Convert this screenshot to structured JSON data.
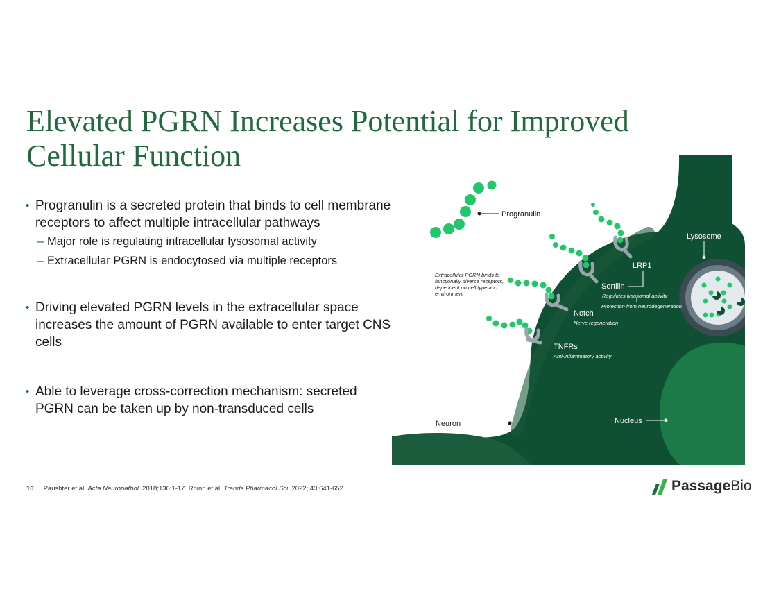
{
  "slide": {
    "title": "Elevated PGRN Increases Potential for Improved Cellular Function",
    "page_number": "10"
  },
  "bullets": [
    {
      "text": "Progranulin is a secreted protein that binds to cell membrane receptors to affect multiple intracellular pathways",
      "subs": [
        "Major role is regulating intracellular lysosomal activity",
        "Extracellular PGRN is endocytosed via multiple receptors"
      ]
    },
    {
      "text": "Driving elevated PGRN levels in the extracellular space increases the amount of PGRN available to enter target CNS cells"
    },
    {
      "text": "Able to leverage cross-correction mechanism: secreted PGRN can be taken up by non-transduced cells"
    }
  ],
  "diagram": {
    "progranulin": "Progranulin",
    "extracellular_note": [
      "Extracellular PGRN binds to",
      "functionally diverse receptors,",
      "dependent on cell type and",
      "environment"
    ],
    "lysosome": "Lysosome",
    "lrp1": "LRP1",
    "sortilin": "Sortilin",
    "sortilin_note_1": "Regulates lysosomal activity",
    "sortilin_note_2": "Protection from neurodegeneration",
    "notch": "Notch",
    "notch_note": "Nerve regeneration",
    "tnfrs": "TNFRs",
    "tnfrs_note": "Anti-inflammatory activity",
    "neuron": "Neuron",
    "nucleus": "Nucleus",
    "colors": {
      "dark_green": "#0f4f33",
      "membrane": "#1a5c3b",
      "mid_green": "#1b7a45",
      "bead": "#23c76b",
      "receptor": "#9aa6ae"
    }
  },
  "footer": {
    "r1_authors": "Paushter et al. ",
    "r1_journal": "Acta Neuropathol",
    "r1_details": ". 2018;136:1-17. Rhinn et al. ",
    "r2_journal": "Trends Pharmacol Sci.",
    "r2_details": " 2022; 43:641-652."
  },
  "logo": {
    "word1": "Passage",
    "word2": "Bio",
    "colors": {
      "dark": "#1f6b3d",
      "light": "#37b34a"
    }
  }
}
